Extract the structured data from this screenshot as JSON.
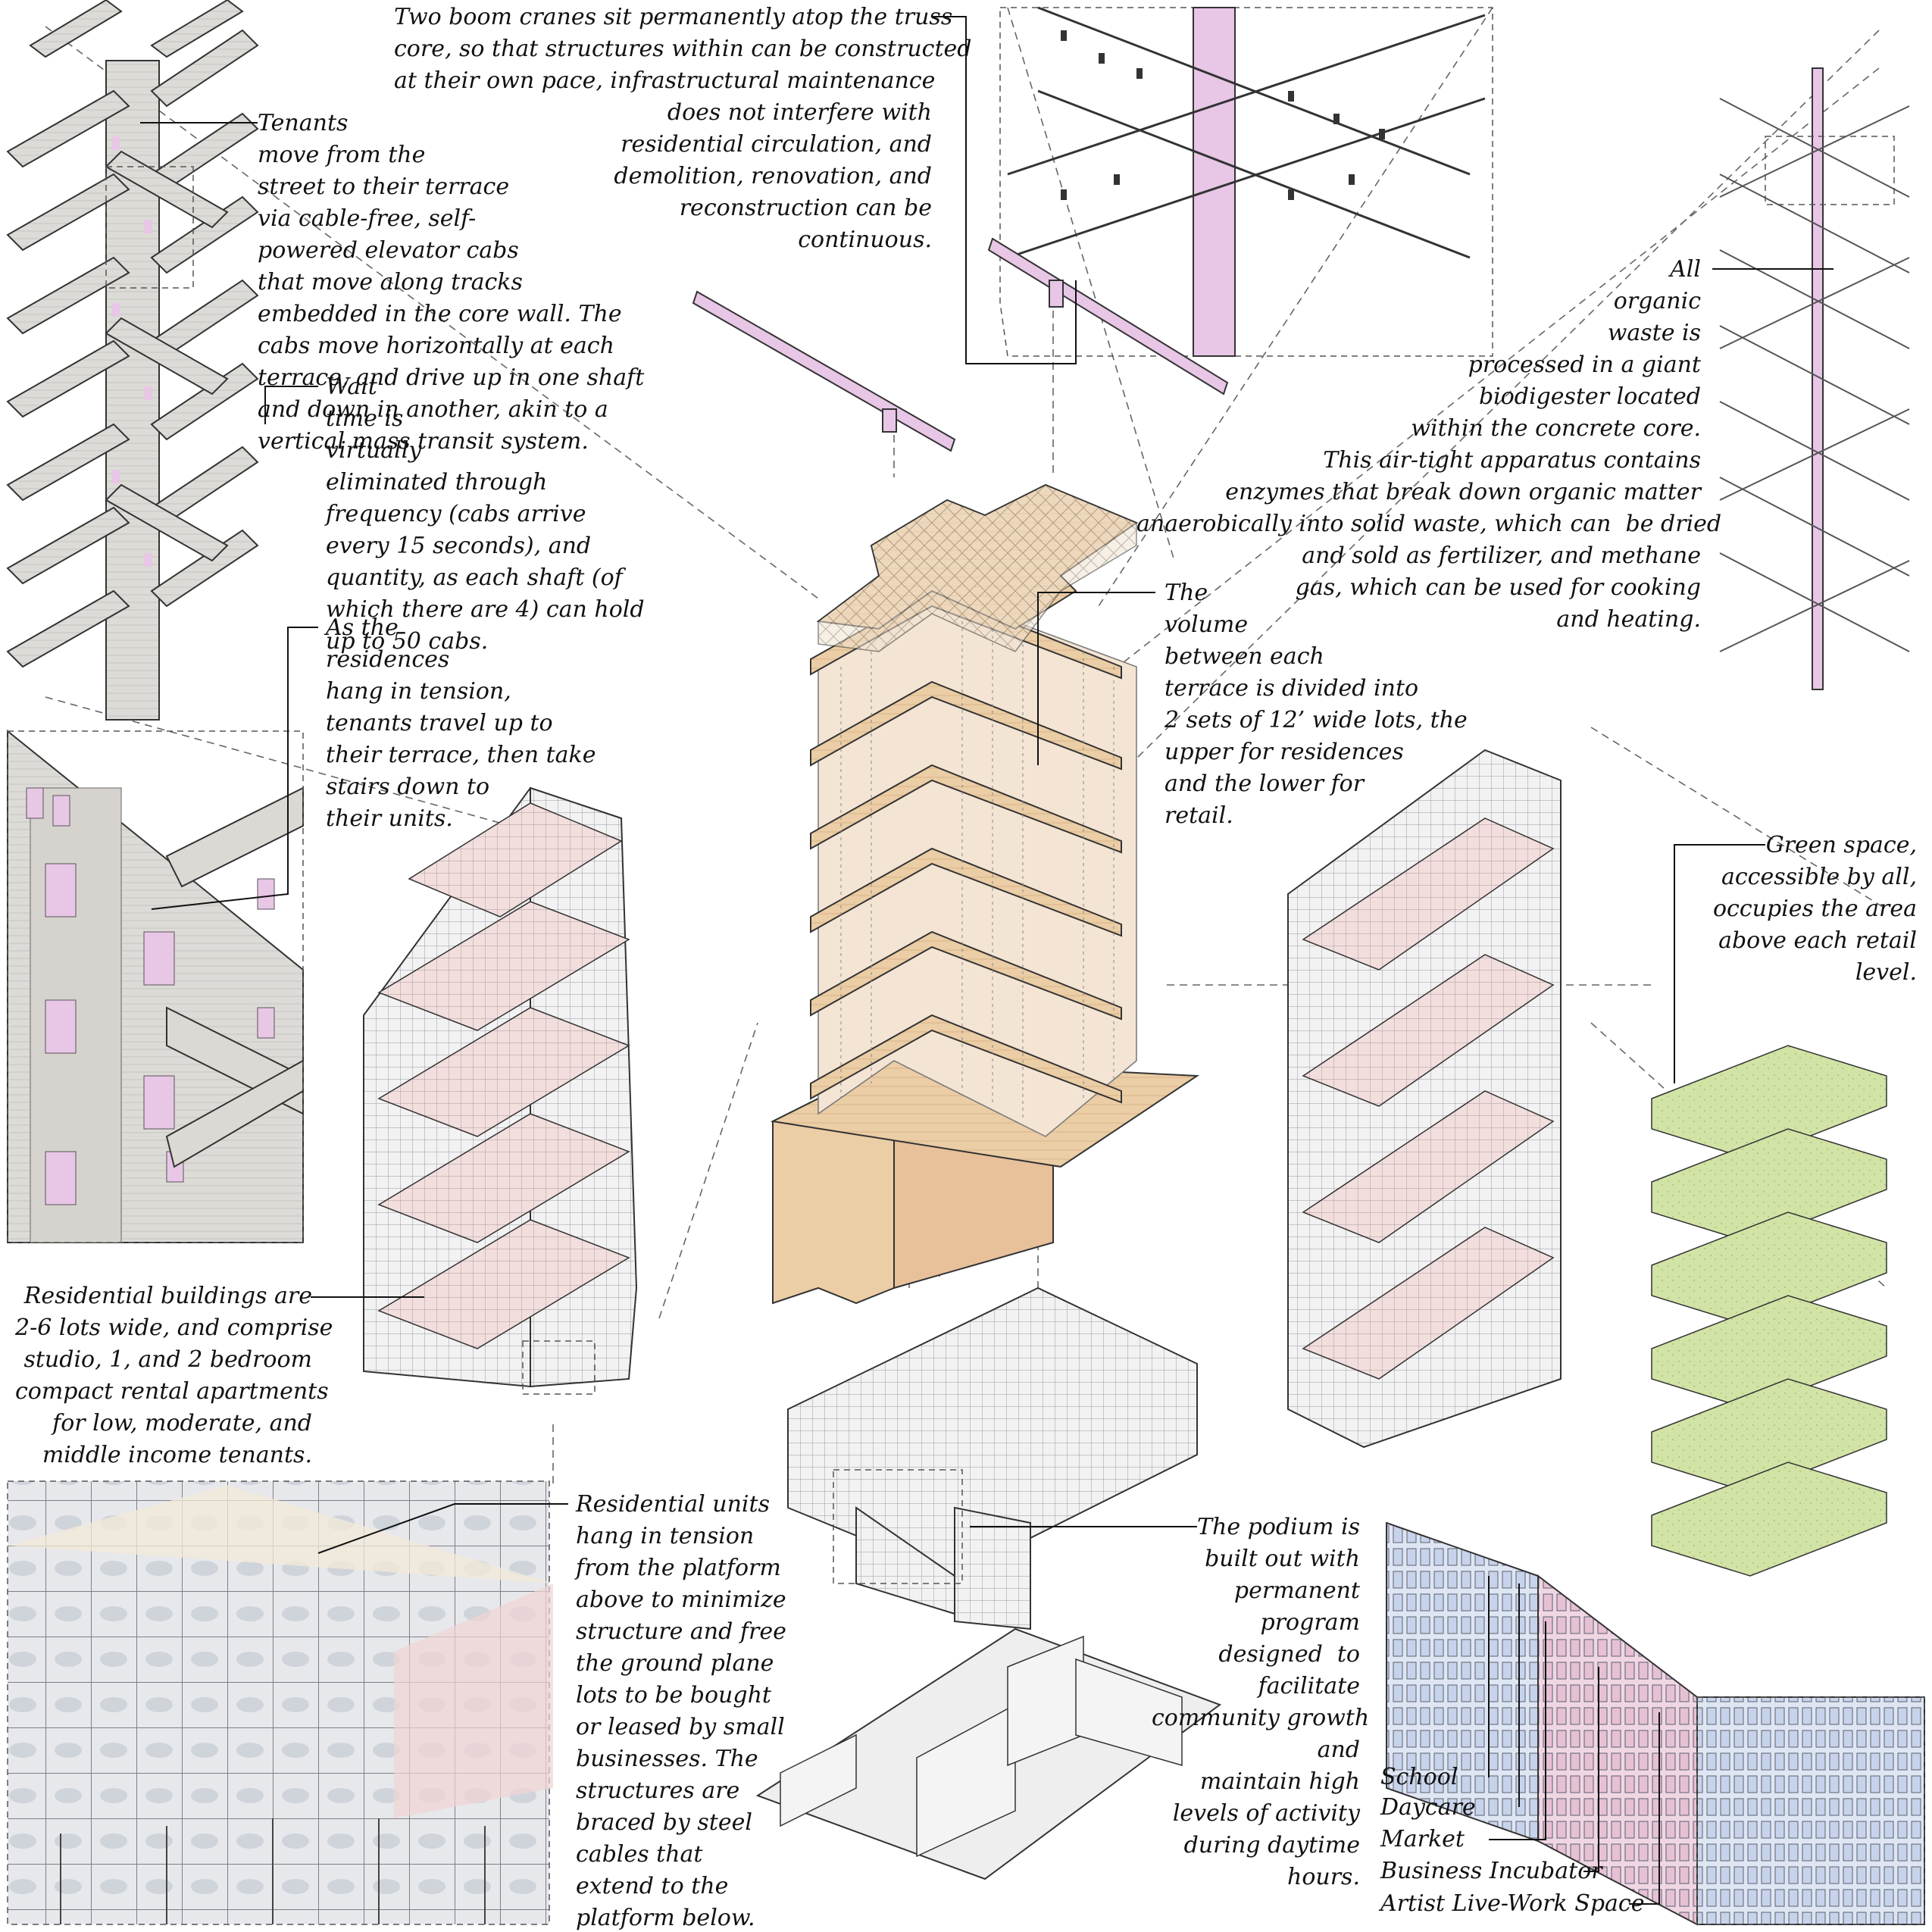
{
  "annotations": {
    "cranes": "Two boom cranes sit permanently atop the truss\ncore, so that structures within can be constructed\nat their own pace, infrastructural maintenance\ndoes not interfere with\nresidential circulation, and\ndemolition, renovation, and\nreconstruction can be\ncontinuous.",
    "elevators": "Tenants\nmove from the\nstreet to their terrace\nvia cable-free, self-\npowered elevator cabs\nthat move along tracks\nembedded in the core wall. The\ncabs move horizontally at each\nterrace, and drive up in one shaft\nand down in another, akin to a\nvertical mass transit system.",
    "wait_time": "Wait\ntime is\nvirtually\neliminated through\nfrequency (cabs arrive\nevery 15 seconds), and\nquantity, as each shaft (of\nwhich there are 4) can hold\nup to 50 cabs.",
    "tension": "As the\nresidences\nhang in tension,\ntenants travel up to\ntheir terrace, then take\nstairs down to\ntheir units.",
    "residential_buildings": "Residential buildings are\n2-6 lots wide, and comprise\nstudio, 1, and 2 bedroom\ncompact rental apartments\nfor low, moderate, and\nmiddle income tenants.",
    "residential_units": "Residential units\nhang in tension\nfrom the platform\nabove to minimize\nstructure and free\nthe ground plane\nlots to be bought\nor leased by small\nbusinesses. The\nstructures are\nbraced by steel\ncables that\nextend to the\nplatform below.",
    "organic_waste": "All\norganic\nwaste is\nprocessed in a giant\nbiodigester located\nwithin the concrete core.\nThis air-tight apparatus contains\nenzymes that break down organic matter\nanaerobically into solid waste, which can  be dried\nand sold as fertilizer, and methane\ngas, which can be used for cooking\nand heating.",
    "volume": "The\nvolume\nbetween each\nterrace is divided into\n2 sets of 12’ wide lots, the\nupper for residences\nand the lower for\nretail.",
    "green_space": "Green space,\naccessible by all,\noccupies the area\nabove each retail\nlevel.",
    "podium": "The podium is\nbuilt out with\npermanent\nprogram\ndesigned  to\nfacilitate\ncommunity growth\nand\nmaintain high\nlevels of activity\nduring daytime\nhours."
  },
  "program_labels": [
    "School",
    "Daycare",
    "Market",
    "Business Incubator",
    "Artist Live-Work Space"
  ],
  "colors": {
    "core_concrete": "#dcdad6",
    "pink_accent": "#e8c6e6",
    "wood_platform": "#e8c9a0",
    "green_space": "#cfe0a4",
    "glass_grid": "#efeff0",
    "residence_pink": "#f0d8d8"
  }
}
